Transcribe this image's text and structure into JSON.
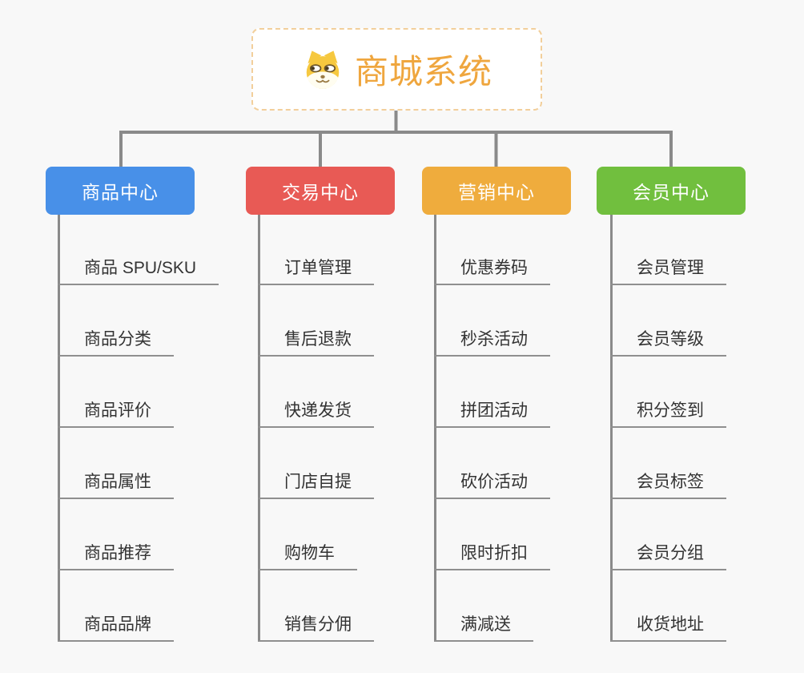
{
  "root": {
    "title": "商城系统",
    "icon": "dog-face-icon"
  },
  "colors": {
    "background": "#f8f8f8",
    "title_text": "#efa63e",
    "root_border": "#f2cf9b",
    "connector": "#8a8a8a",
    "underline": "#8f8f8f",
    "leaf_text": "#333333",
    "branch_text": "#ffffff"
  },
  "branches": [
    {
      "label": "商品中心",
      "color": "#4890e8",
      "children": [
        "商品 SPU/SKU",
        "商品分类",
        "商品评价",
        "商品属性",
        "商品推荐",
        "商品品牌"
      ]
    },
    {
      "label": "交易中心",
      "color": "#e85a55",
      "children": [
        "订单管理",
        "售后退款",
        "快递发货",
        "门店自提",
        "购物车",
        "销售分佣"
      ]
    },
    {
      "label": "营销中心",
      "color": "#efac3d",
      "children": [
        "优惠券码",
        "秒杀活动",
        "拼团活动",
        "砍价活动",
        "限时折扣",
        "满减送"
      ]
    },
    {
      "label": "会员中心",
      "color": "#71bf3e",
      "children": [
        "会员管理",
        "会员等级",
        "积分签到",
        "会员标签",
        "会员分组",
        "收货地址"
      ]
    }
  ]
}
